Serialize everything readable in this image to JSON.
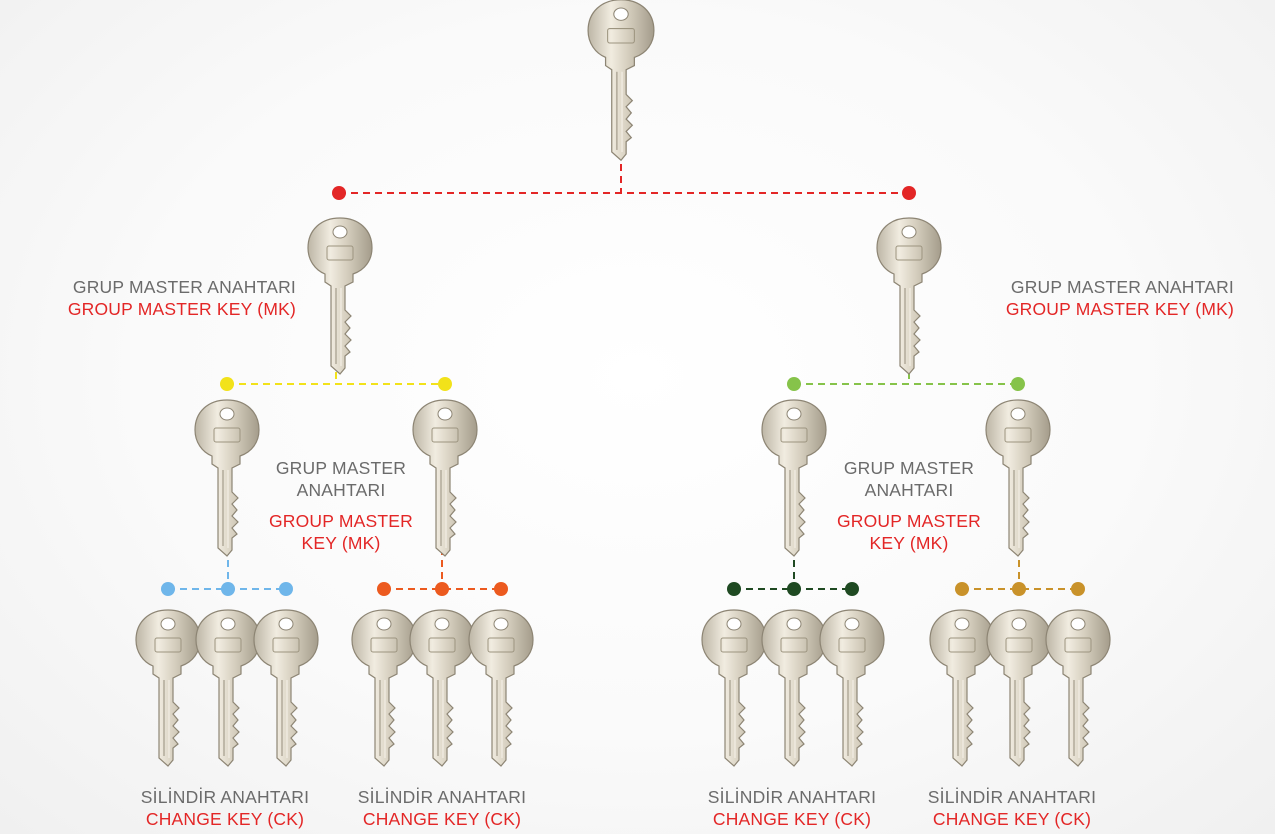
{
  "labels": {
    "group_master_tr": "GRUP MASTER ANAHTARI",
    "group_master_en": "GROUP MASTER KEY (MK)",
    "group_master_tr_line1": "GRUP MASTER",
    "group_master_tr_line2": "ANAHTARI",
    "group_master_en_line1": "GROUP MASTER",
    "group_master_en_line2": "KEY (MK)",
    "cylinder_tr": "SİLİNDİR ANAHTARI",
    "change_en": "CHANGE KEY (CK)"
  },
  "colors": {
    "top_level": "#e32626",
    "group_left_yellow": "#f2e21a",
    "group_right_green": "#86c34a",
    "ck_light_blue": "#6fb6ea",
    "ck_orange": "#ec5a1f",
    "ck_dark_green": "#1f4a22",
    "ck_gold": "#c9922a"
  },
  "icons": {
    "key": "key-icon"
  }
}
